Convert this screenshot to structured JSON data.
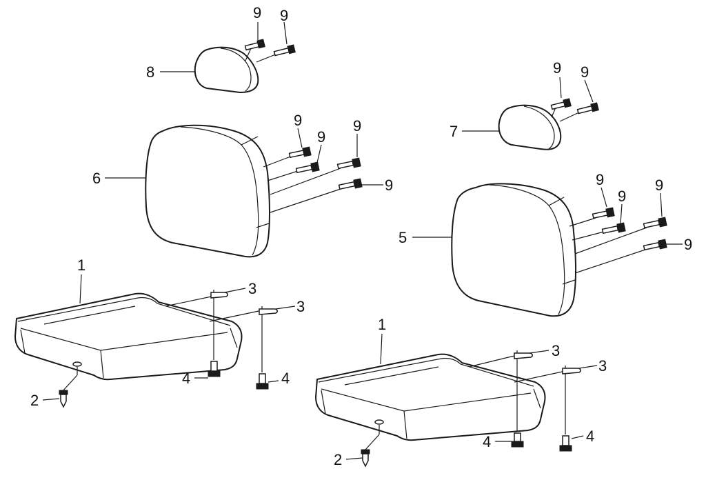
{
  "diagram": {
    "callouts": {
      "c1a": "1",
      "c1b": "1",
      "c2a": "2",
      "c2b": "2",
      "c3a": "3",
      "c3b": "3",
      "c3c": "3",
      "c3d": "3",
      "c4a": "4",
      "c4b": "4",
      "c4c": "4",
      "c4d": "4",
      "c5": "5",
      "c6": "6",
      "c7": "7",
      "c8": "8",
      "c9a": "9",
      "c9b": "9",
      "c9c": "9",
      "c9d": "9",
      "c9e": "9",
      "c9f": "9",
      "c9g": "9",
      "c9h": "9",
      "c9i": "9",
      "c9j": "9",
      "c9k": "9",
      "c9l": "9"
    }
  }
}
